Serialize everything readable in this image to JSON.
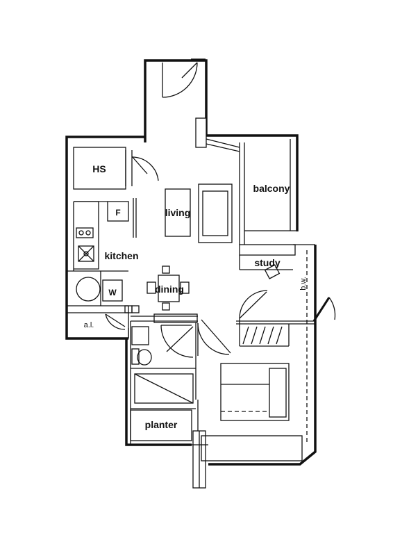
{
  "rooms": {
    "hs": "HS",
    "fridge": "F",
    "living": "living",
    "balcony": "balcony",
    "kitchen": "kitchen",
    "study": "study",
    "washer": "W",
    "dining": "dining",
    "bay_window": "b.w.",
    "aircon_ledge": "a.l.",
    "planter": "planter"
  }
}
